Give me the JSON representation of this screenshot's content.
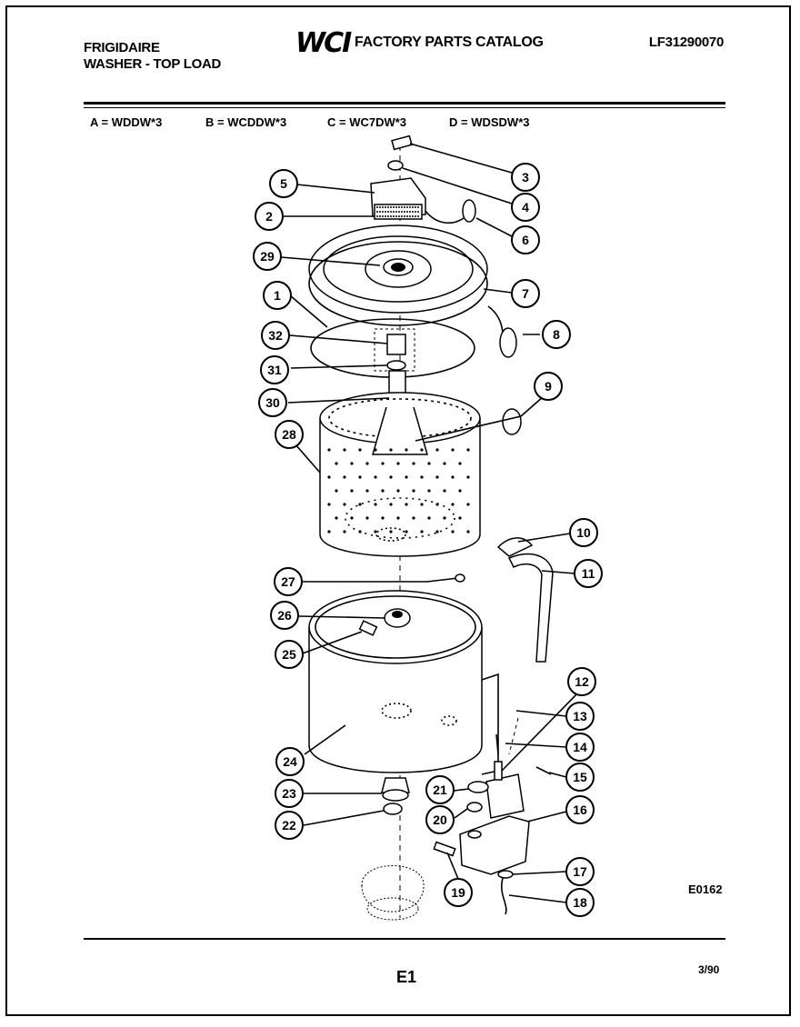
{
  "header": {
    "brand": "FRIGIDAIRE",
    "product": "WASHER - TOP LOAD",
    "logo": "WCI",
    "catalog_title": "FACTORY PARTS CATALOG",
    "part_number": "LF31290070"
  },
  "models": [
    "A = WDDW*3",
    "B = WCDDW*3",
    "C = WC7DW*3",
    "D = WDSDW*3"
  ],
  "diagram": {
    "code": "E0162",
    "callouts": [
      "1",
      "2",
      "3",
      "4",
      "5",
      "6",
      "7",
      "8",
      "9",
      "10",
      "11",
      "12",
      "13",
      "14",
      "15",
      "16",
      "17",
      "18",
      "19",
      "20",
      "21",
      "22",
      "23",
      "24",
      "25",
      "26",
      "27",
      "28",
      "29",
      "30",
      "31",
      "32"
    ]
  },
  "footer": {
    "page_code": "E1",
    "date": "3/90"
  }
}
